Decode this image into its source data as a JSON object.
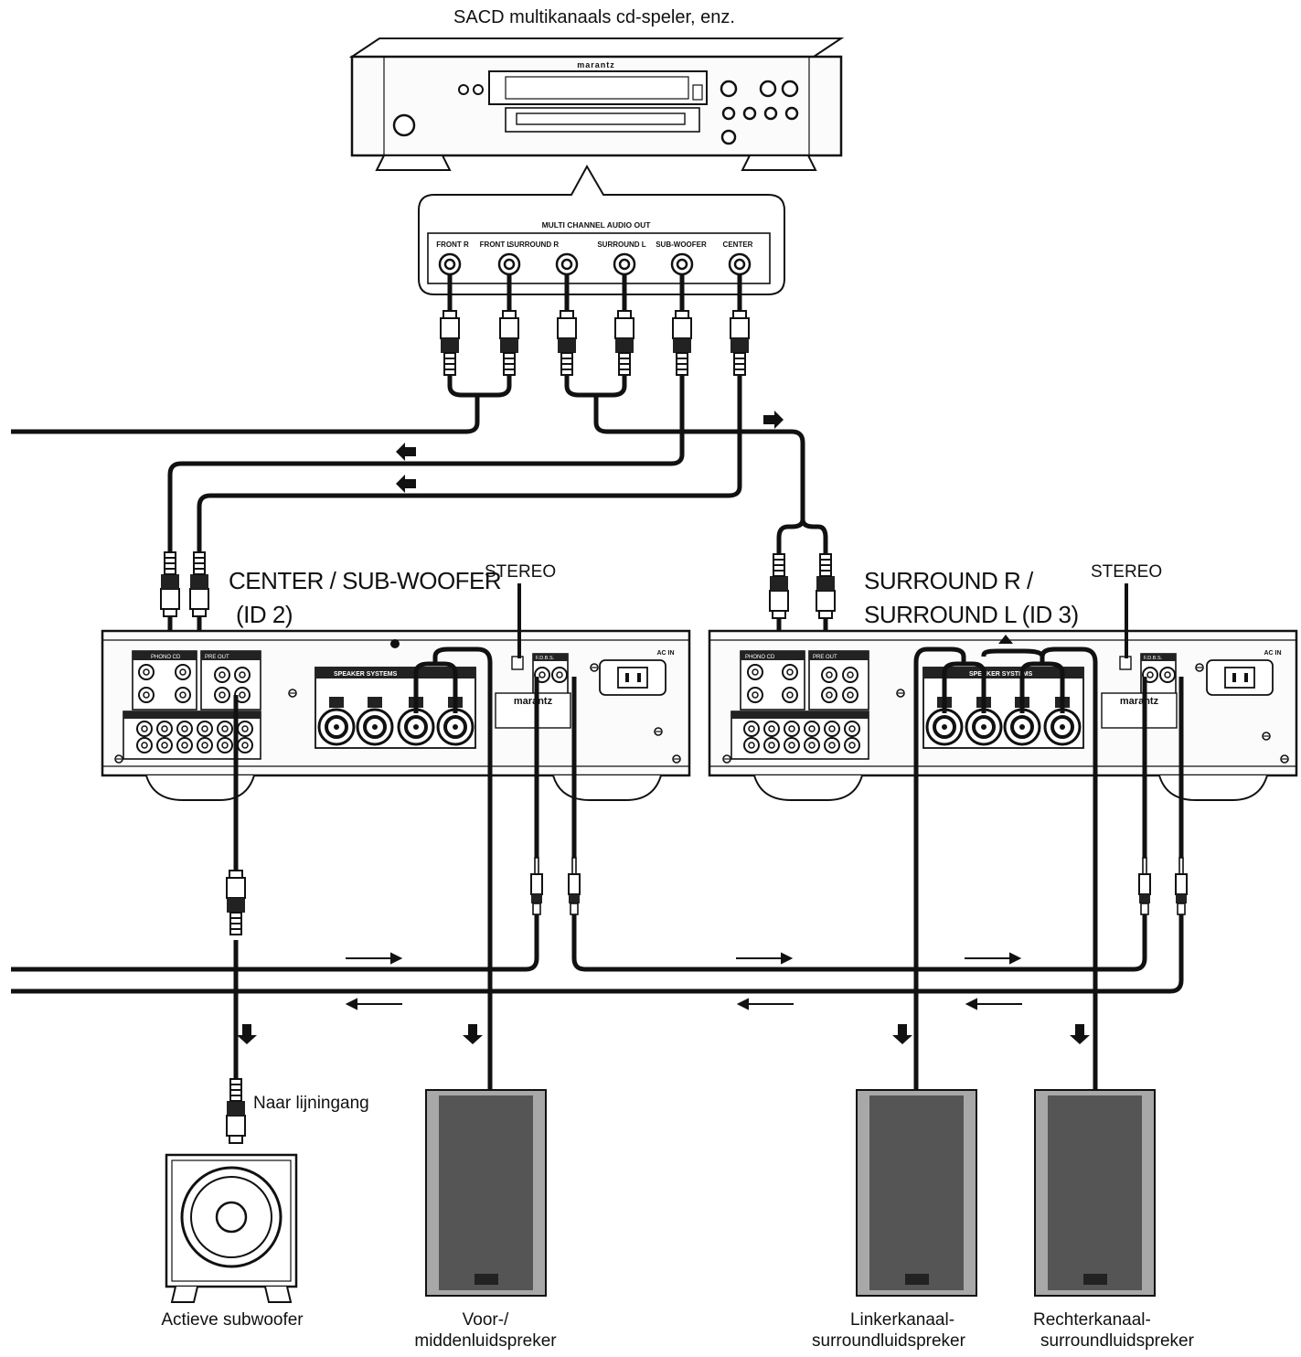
{
  "title": "SACD multikanaals cd-speler, enz.",
  "player": {
    "brand": "marantz",
    "panel_title": "MULTI CHANNEL AUDIO OUT",
    "outputs": [
      "FRONT R",
      "FRONT L",
      "SURROUND R",
      "SURROUND L",
      "SUB-WOOFER",
      "CENTER"
    ]
  },
  "amp_left": {
    "title_line1": "CENTER / SUB-WOOFER",
    "title_line2": "(ID 2)",
    "stereo": "STEREO",
    "brand": "marantz",
    "speaker_systems": "SPEAKER SYSTEMS",
    "ac_in": "AC IN",
    "pre_out": "PRE OUT",
    "phono_cd": "PHONO CD",
    "fdbus": "F.D.B.S."
  },
  "amp_right": {
    "title_line1": "SURROUND R /",
    "title_line2": "SURROUND L (ID 3)",
    "stereo": "STEREO",
    "brand": "marantz",
    "speaker_systems": "SPEAKER SYSTEMS",
    "ac_in": "AC IN",
    "pre_out": "PRE OUT",
    "phono_cd": "PHONO CD",
    "fdbus": "F.D.B.S."
  },
  "labels": {
    "line_input": "Naar lijningang",
    "subwoofer": "Actieve subwoofer",
    "front_center_1": "Voor-/",
    "front_center_2": "middenluidspreker",
    "left_surround_1": "Linkerkanaal-",
    "left_surround_2": "surroundluidspreker",
    "right_surround_1": "Rechterkanaal-",
    "right_surround_2": "surroundluidspreker"
  },
  "colors": {
    "line": "#111111",
    "device_fill": "#f7f7f7",
    "speaker_body": "#555555",
    "speaker_side": "#a8a8a8"
  }
}
